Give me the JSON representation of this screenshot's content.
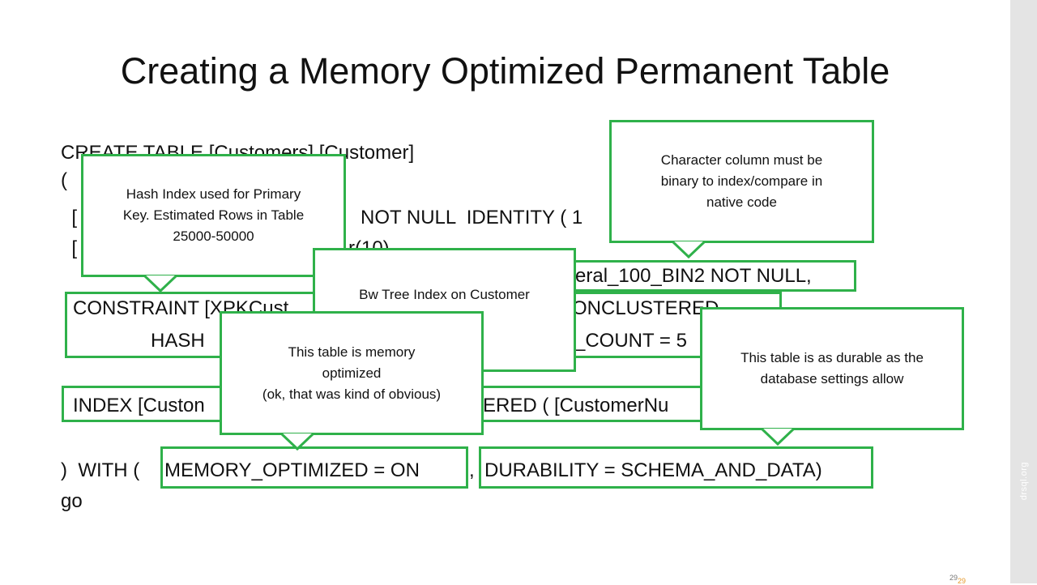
{
  "slide": {
    "title": "Creating a Memory Optimized Permanent Table",
    "sidebar_label": "drsql.org",
    "page_number": "29",
    "page_number_accent": "29"
  },
  "code": {
    "line1": "CREATE TABLE [Customers].[Customer]",
    "line2": "(",
    "line3": "  [",
    "line3b": "NOT NULL  IDENTITY ( 1",
    "line4": "  [",
    "line4b": "r(10)",
    "line5b": "eral_100_BIN2 NOT NULL,",
    "line6a": "CONSTRAINT [XPKCust",
    "line6b": "ONCLUSTERED",
    "line7a": "HASH",
    "line7b": "_COUNT = 5",
    "line8a": "INDEX [Custon",
    "line8b": "ERED ( [CustomerNu",
    "line9a": ")  WITH (",
    "line9b": "MEMORY_OPTIMIZED = ON",
    "line9c": ",",
    "line9d": "DURABILITY = SCHEMA_AND_DATA)",
    "line10": "go"
  },
  "callouts": {
    "hash_index": "Hash Index used for Primary\nKey. Estimated Rows in Table\n25000-50000",
    "char_column": "Character column must be\nbinary to index/compare in\nnative code",
    "bw_tree": "Bw Tree Index on Customer",
    "memory_optimized": "This table is memory\noptimized\n(ok, that was kind of obvious)",
    "durable": "This table is as durable as the\ndatabase settings allow"
  },
  "colors": {
    "accent_green": "#2fb14a",
    "sidebar_gray": "#e4e4e4",
    "page_number_orange": "#e69a2e"
  }
}
